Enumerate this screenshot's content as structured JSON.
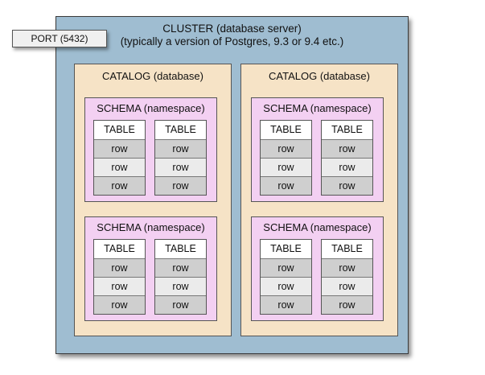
{
  "cluster": {
    "title_line1": "CLUSTER (database server)",
    "title_line2": "(typically a version of Postgres, 9.3 or 9.4 etc.)"
  },
  "port": {
    "label": "PORT (5432)"
  },
  "catalogs": [
    {
      "label": "CATALOG (database)",
      "schemas": [
        {
          "label": "SCHEMA (namespace)",
          "tables": [
            {
              "header": "TABLE",
              "rows": [
                "row",
                "row",
                "row"
              ]
            },
            {
              "header": "TABLE",
              "rows": [
                "row",
                "row",
                "row"
              ]
            }
          ]
        },
        {
          "label": "SCHEMA (namespace)",
          "tables": [
            {
              "header": "TABLE",
              "rows": [
                "row",
                "row",
                "row"
              ]
            },
            {
              "header": "TABLE",
              "rows": [
                "row",
                "row",
                "row"
              ]
            }
          ]
        }
      ]
    },
    {
      "label": "CATALOG (database)",
      "schemas": [
        {
          "label": "SCHEMA (namespace)",
          "tables": [
            {
              "header": "TABLE",
              "rows": [
                "row",
                "row",
                "row"
              ]
            },
            {
              "header": "TABLE",
              "rows": [
                "row",
                "row",
                "row"
              ]
            }
          ]
        },
        {
          "label": "SCHEMA (namespace)",
          "tables": [
            {
              "header": "TABLE",
              "rows": [
                "row",
                "row",
                "row"
              ]
            },
            {
              "header": "TABLE",
              "rows": [
                "row",
                "row",
                "row"
              ]
            }
          ]
        }
      ]
    }
  ],
  "colors": {
    "cluster_fill": "#9fbdd1",
    "catalog_fill": "#f6e3c6",
    "schema_fill": "#f3d0f2",
    "row_dark": "#cfcfcf",
    "row_light": "#ebebeb"
  }
}
